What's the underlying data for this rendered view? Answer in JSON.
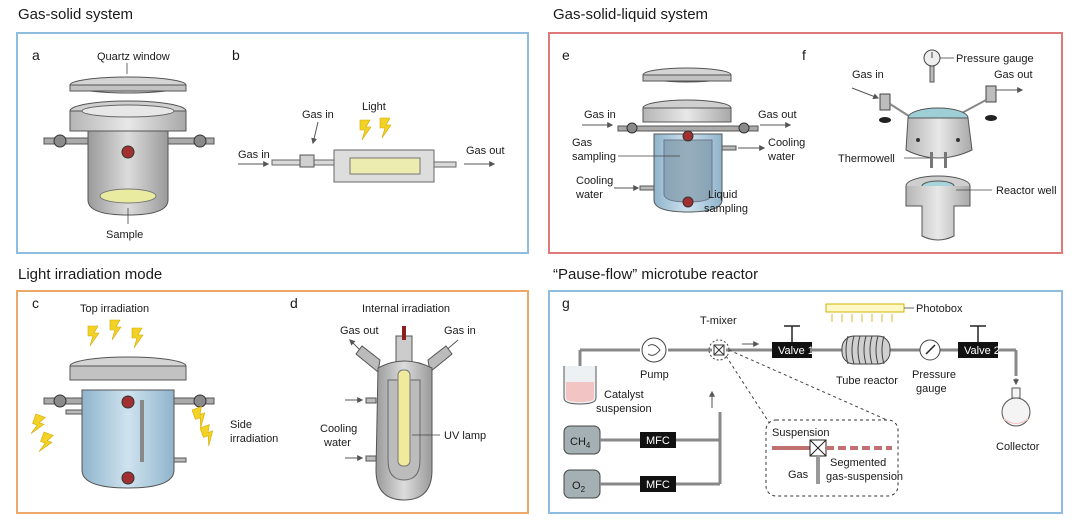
{
  "sections": {
    "gas_solid": "Gas-solid system",
    "gas_solid_liquid": "Gas-solid-liquid system",
    "light_mode": "Light irradiation mode",
    "pause_flow": "“Pause-flow” microtube reactor"
  },
  "panel_a": {
    "letter": "a",
    "quartz": "Quartz window",
    "sample": "Sample"
  },
  "panel_b": {
    "letter": "b",
    "gas_in_left": "Gas in",
    "gas_in_top": "Gas in",
    "light": "Light",
    "gas_out": "Gas out"
  },
  "panel_c": {
    "letter": "c",
    "top": "Top irradiation",
    "side1": "Side",
    "side2": "irradiation"
  },
  "panel_d": {
    "letter": "d",
    "internal": "Internal irradiation",
    "gas_out": "Gas out",
    "gas_in": "Gas in",
    "cooling1": "Cooling",
    "cooling2": "water",
    "uv": "UV lamp"
  },
  "panel_e": {
    "letter": "e",
    "gas_in": "Gas in",
    "gas_out": "Gas out",
    "gas_samp1": "Gas",
    "gas_samp2": "sampling",
    "cool_r1": "Cooling",
    "cool_r2": "water",
    "cool_l1": "Cooling",
    "cool_l2": "water",
    "liq1": "Liquid",
    "liq2": "sampling"
  },
  "panel_f": {
    "letter": "f",
    "pressure": "Pressure gauge",
    "gas_in": "Gas in",
    "gas_out": "Gas out",
    "thermowell": "Thermowell",
    "reactor_well": "Reactor well"
  },
  "panel_g": {
    "letter": "g",
    "photobox": "Photobox",
    "tmixer": "T-mixer",
    "pump": "Pump",
    "valve1": "Valve 1",
    "valve2": "Valve 2",
    "tube_reactor": "Tube reactor",
    "pg1": "Pressure",
    "pg2": "gauge",
    "cat1": "Catalyst",
    "cat2": "suspension",
    "collector": "Collector",
    "ch4": "CH",
    "ch4_sub": "4",
    "o2": "O",
    "o2_sub": "2",
    "mfc1": "MFC",
    "mfc2": "MFC",
    "suspension": "Suspension",
    "gas": "Gas",
    "segmented1": "Segmented",
    "segmented2": "gas-suspension"
  }
}
